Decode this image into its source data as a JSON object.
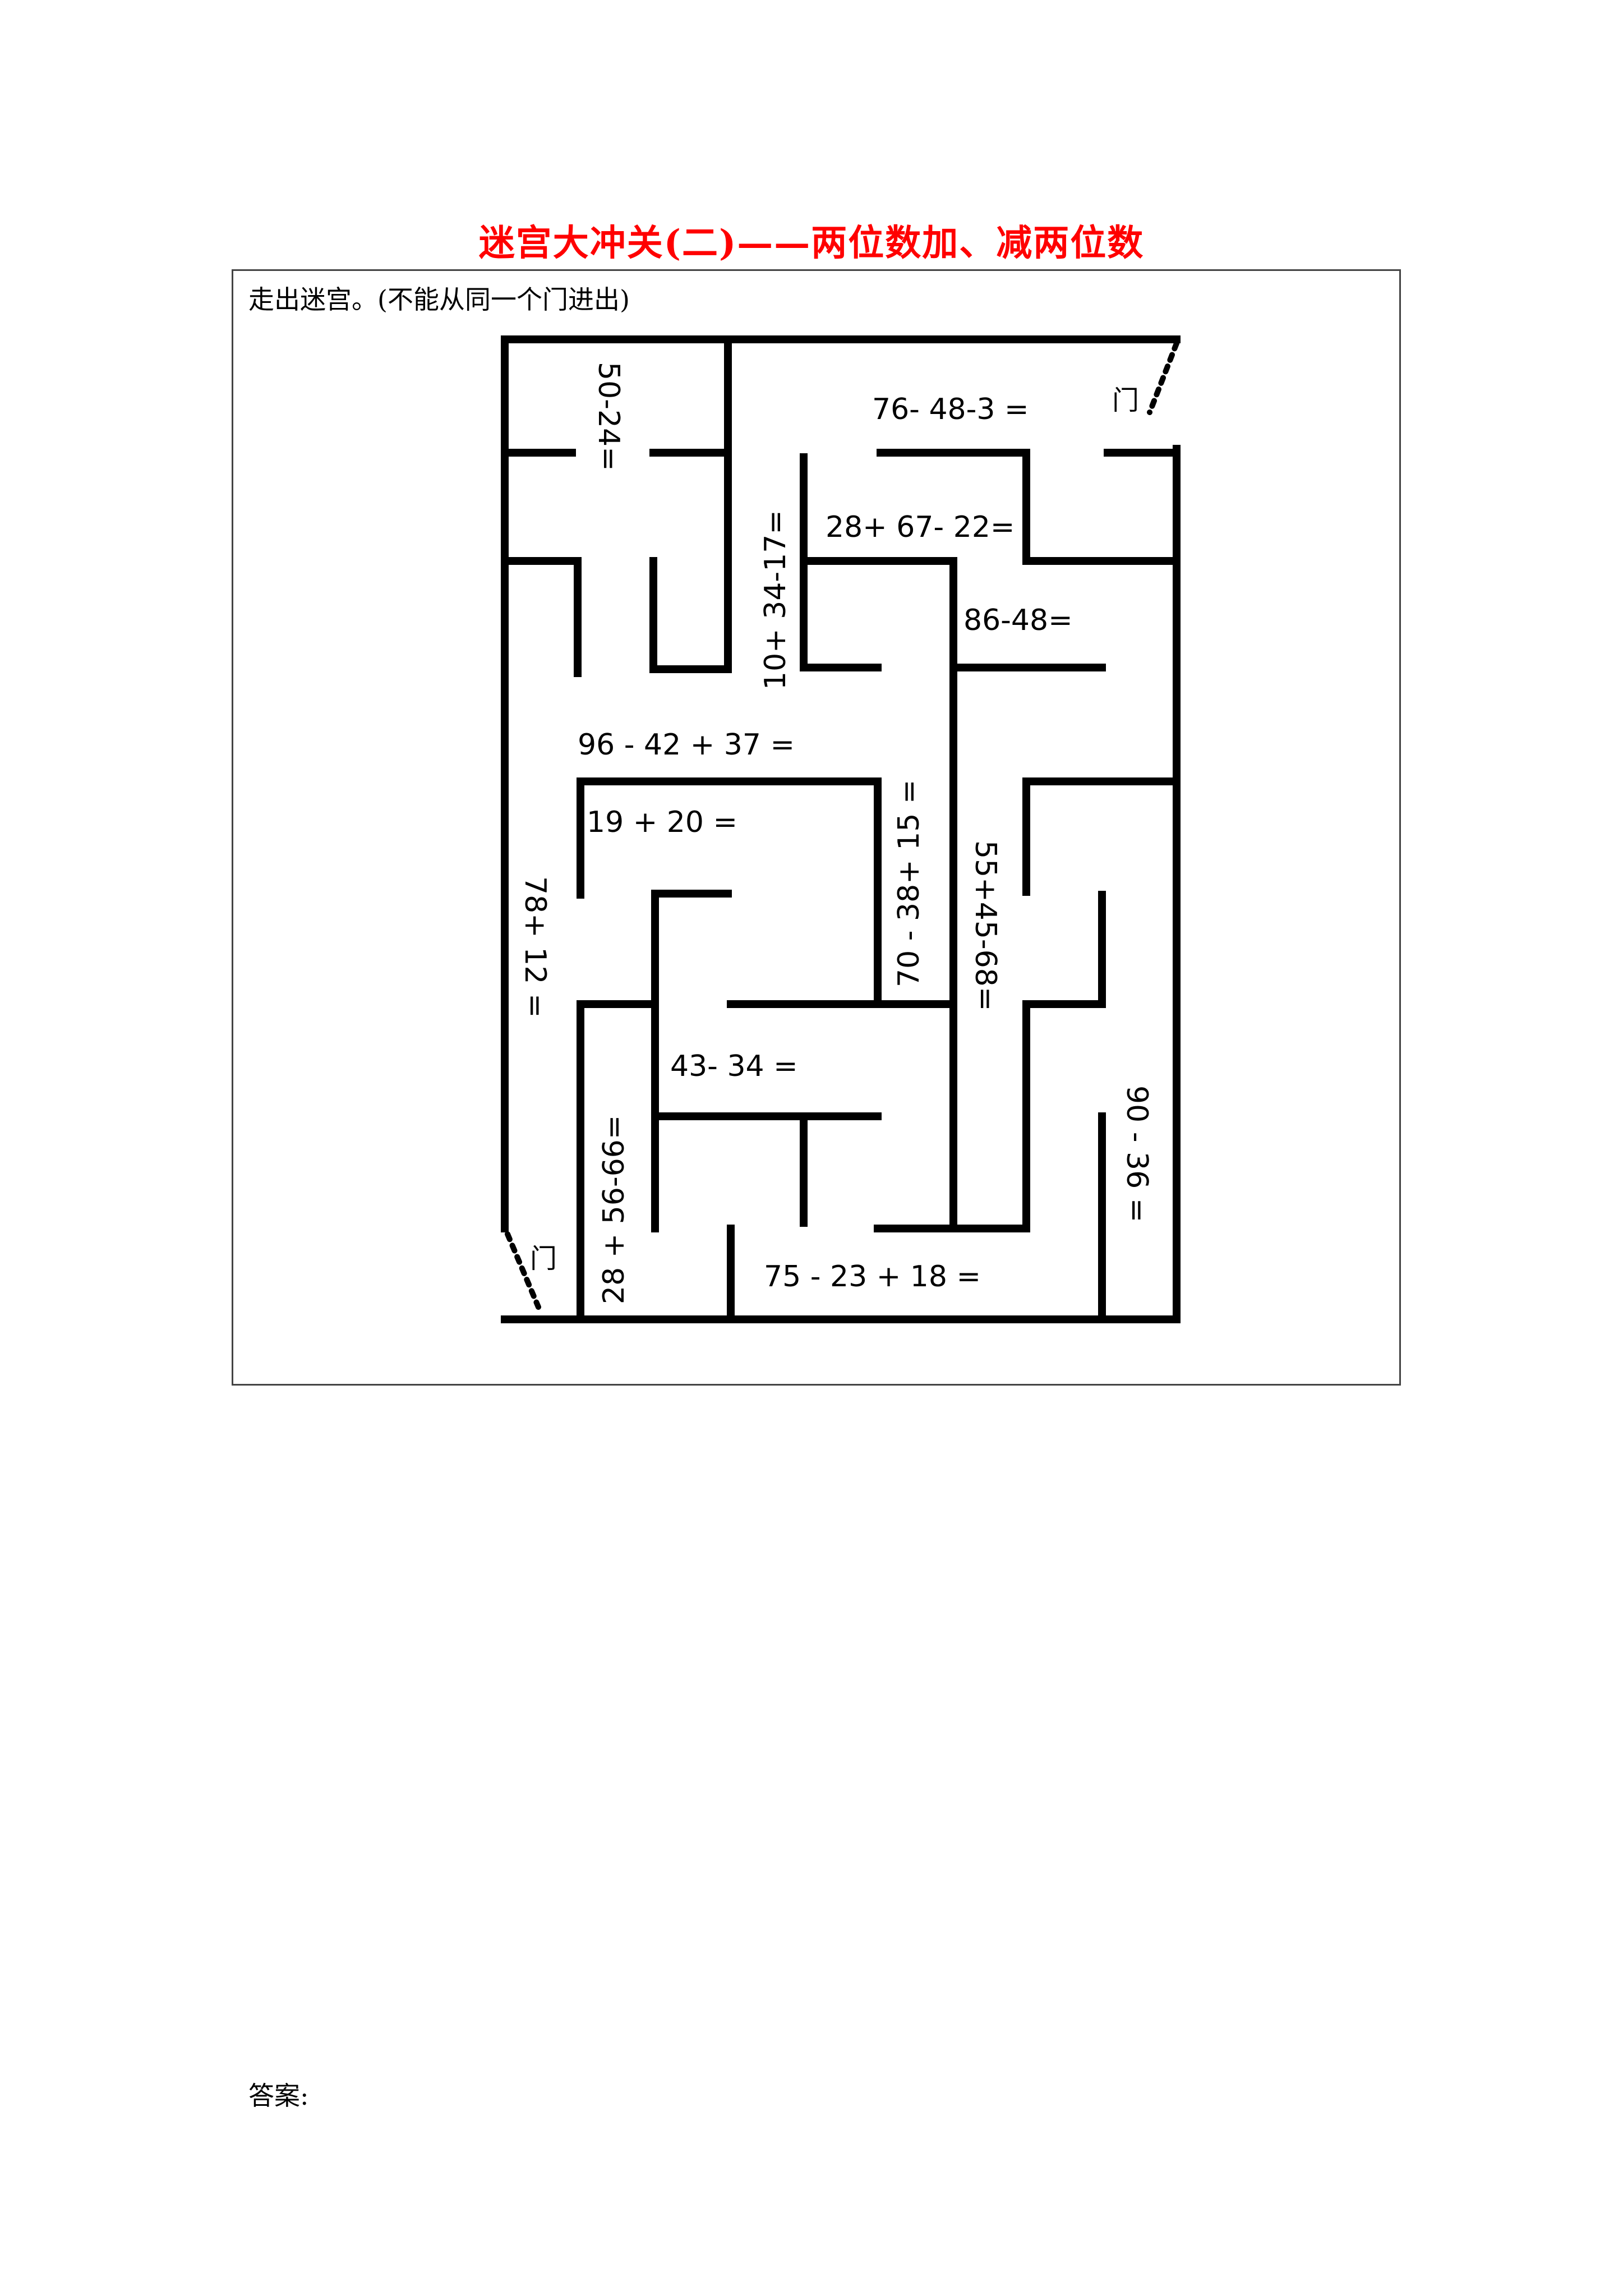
{
  "title": "迷宫大冲关(二)——两位数加、减两位数",
  "instruction": "走出迷宫。(不能从同一个门进出)",
  "door_label": "门",
  "expressions": {
    "e1": "50-24=",
    "e2": "76- 48-3 =",
    "e3": "10+ 34-17=",
    "e4": "28+ 67-  22=",
    "e5": "86-48=",
    "e6": "96 -  42 + 37   =",
    "e7": "19   + 20 =",
    "e8": "70 - 38+ 15 =",
    "e9": "55+45-68=",
    "e10": "78+ 12   =",
    "e11": "43-   34 =",
    "e12": "28 + 56-66=",
    "e13": "90 - 36 =",
    "e14": "75 -  23   + 18 ="
  },
  "answer_label": "答案:"
}
